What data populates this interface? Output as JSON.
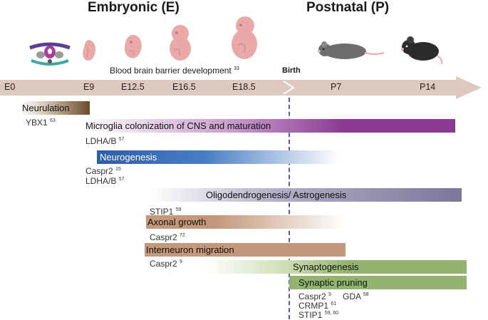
{
  "headers": {
    "embryonic": "Embryonic (E)",
    "postnatal": "Postnatal (P)"
  },
  "bbb_label": "Blood brain barrier development",
  "bbb_ref": "33",
  "birth_label": "Birth",
  "stages": [
    "E0",
    "E9",
    "E12.5",
    "E16.5",
    "E18.5",
    "P7",
    "P14"
  ],
  "bars": [
    {
      "id": "neurulation",
      "label": "Neurulation",
      "color_start": "#ffffff",
      "color_end": "#6d4a2a"
    },
    {
      "id": "microglia",
      "label": "Microglia colonization of CNS and maturation",
      "color_start": "#ffffff",
      "color_end": "#8b3a93"
    },
    {
      "id": "neurogenesis",
      "label": "Neurogenesis",
      "color_start": "#2d5ea8",
      "color_end": "#ffffff"
    },
    {
      "id": "oligo",
      "label": "Oligodendrogenesis/ Astrogenesis",
      "color_start": "#ffffff",
      "color_end": "#7c7798"
    },
    {
      "id": "axonal",
      "label": "Axonal growth",
      "color_start": "#ffffff",
      "color_end": "#c4987a"
    },
    {
      "id": "interneuron",
      "label": "Interneuron migration",
      "color_start": "#c4987a",
      "color_end": "#c4987a"
    },
    {
      "id": "synaptogenesis",
      "label": "Synaptogenesis",
      "color_start": "#ffffff",
      "color_end": "#93b36e"
    },
    {
      "id": "pruning",
      "label": "Synaptic pruning",
      "color_start": "#93b36e",
      "color_end": "#93b36e"
    }
  ],
  "genes": {
    "ybx1": {
      "name": "YBX1",
      "ref": "63"
    },
    "ldha1": {
      "name": "LDHA/B",
      "ref": "57"
    },
    "caspr2_a": {
      "name": "Caspr2",
      "ref": "15"
    },
    "ldha2": {
      "name": "LDHA/B",
      "ref": "57"
    },
    "stip1_a": {
      "name": "STIP1",
      "ref": "59"
    },
    "caspr2_b": {
      "name": "Caspr2",
      "ref": "72"
    },
    "caspr2_c": {
      "name": "Caspr2",
      "ref": "9"
    },
    "caspr2_d": {
      "name": "Caspr2",
      "ref": "9"
    },
    "gda": {
      "name": "GDA",
      "ref": "58"
    },
    "crmp1": {
      "name": "CRMP1",
      "ref": "61"
    },
    "stip1_b": {
      "name": "STIP1",
      "ref": "59, 60"
    }
  },
  "colors": {
    "arrow": "#ddc9bf",
    "birth_line": "#5b58a6",
    "embryo": "#e9a9a8",
    "mouse_grey": "#6e6e6e",
    "mouse_black": "#2b2b2b"
  },
  "icons": [
    "neural-tube-icon",
    "embryo-e9-icon",
    "embryo-e12-icon",
    "embryo-e16-icon",
    "embryo-e18-icon",
    "mouse-p7-icon",
    "mouse-p14-icon"
  ]
}
